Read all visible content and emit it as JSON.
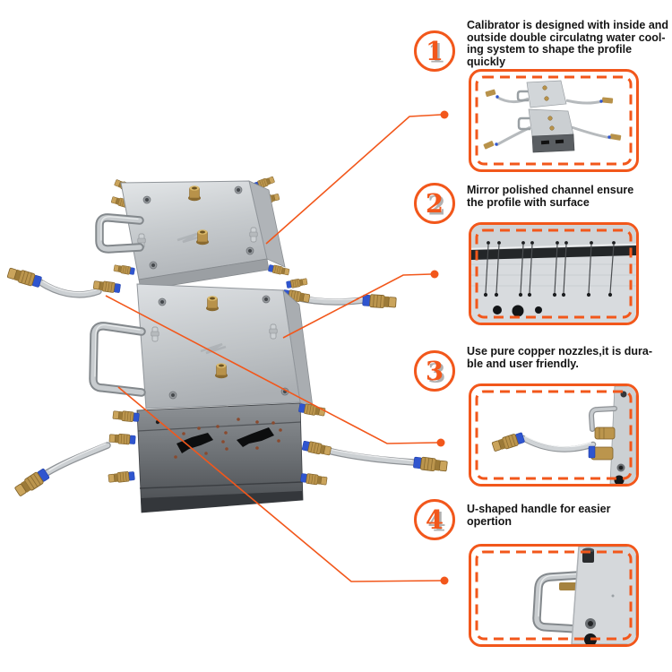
{
  "page": {
    "accent_color": "#f2571b",
    "background_color": "#ffffff",
    "text_color": "#151515"
  },
  "product": {
    "photo": "vacuum-calibrator-two-stacked-blocks-with-water-tubes"
  },
  "features": [
    {
      "number": "1",
      "lines": [
        "Calibrator is designed with inside and",
        "outside double circulatng water cool-",
        "ing system to shape the profile quickly"
      ],
      "photo": "calibrator-with-double-circulating-water-cooling"
    },
    {
      "number": "2",
      "lines": [
        "Mirror polished channel ensure",
        "the profile with surface"
      ],
      "photo": "mirror-polished-channel-closeup"
    },
    {
      "number": "3",
      "lines": [
        "Use pure copper nozzles,it is dura-",
        "ble and user friendly."
      ],
      "photo": "pure-copper-nozzles-with-tube"
    },
    {
      "number": "4",
      "lines": [
        "U-shaped handle for easier",
        "opertion"
      ],
      "photo": "u-shaped-handle-closeup"
    }
  ]
}
